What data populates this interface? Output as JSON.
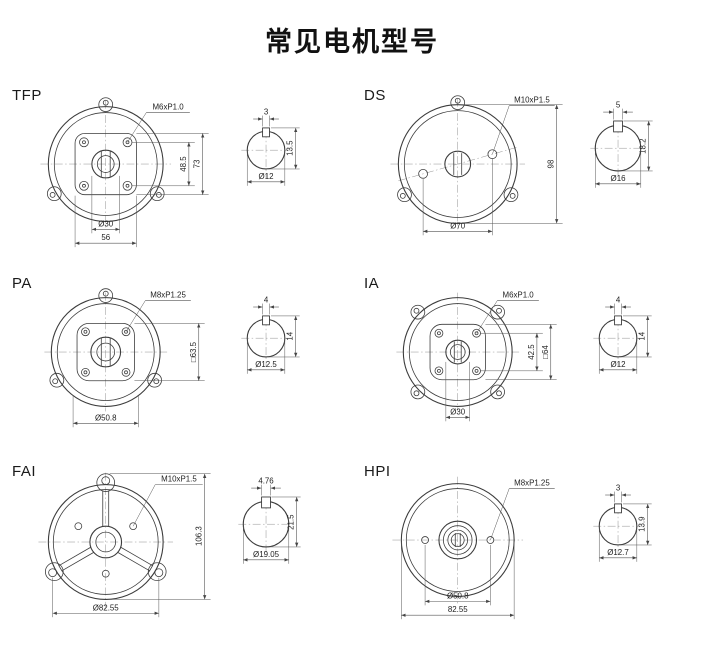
{
  "title": "常见电机型号",
  "panels": [
    {
      "label": "TFP",
      "thread": "M6xP1.0",
      "dim_v1": "48.5",
      "dim_v2": "73",
      "dim_b1": "Ø30",
      "dim_b2": "56",
      "shaft_top": "3",
      "shaft_right": "13.5",
      "shaft_bottom": "Ø12"
    },
    {
      "label": "DS",
      "thread": "M10xP1.5",
      "dim_v1": "98",
      "dim_b1": "Ø70",
      "shaft_top": "5",
      "shaft_right": "18.2",
      "shaft_bottom": "Ø16"
    },
    {
      "label": "PA",
      "thread": "M8xP1.25",
      "dim_v1": "□63.5",
      "dim_b1": "Ø50.8",
      "shaft_top": "4",
      "shaft_right": "14",
      "shaft_bottom": "Ø12.5"
    },
    {
      "label": "IA",
      "thread": "M6xP1.0",
      "dim_v1": "42.5",
      "dim_v2": "□64",
      "dim_b1": "Ø30",
      "shaft_top": "4",
      "shaft_right": "14",
      "shaft_bottom": "Ø12"
    },
    {
      "label": "FAI",
      "thread": "M10xP1.5",
      "dim_v1": "106.3",
      "dim_b1": "Ø82.55",
      "shaft_top": "4.76",
      "shaft_right": "21.5",
      "shaft_bottom": "Ø19.05"
    },
    {
      "label": "HPI",
      "thread": "M8xP1.25",
      "dim_b1": "Ø50.8",
      "dim_b2": "82.55",
      "shaft_top": "3",
      "shaft_right": "13.9",
      "shaft_bottom": "Ø12.7"
    }
  ]
}
